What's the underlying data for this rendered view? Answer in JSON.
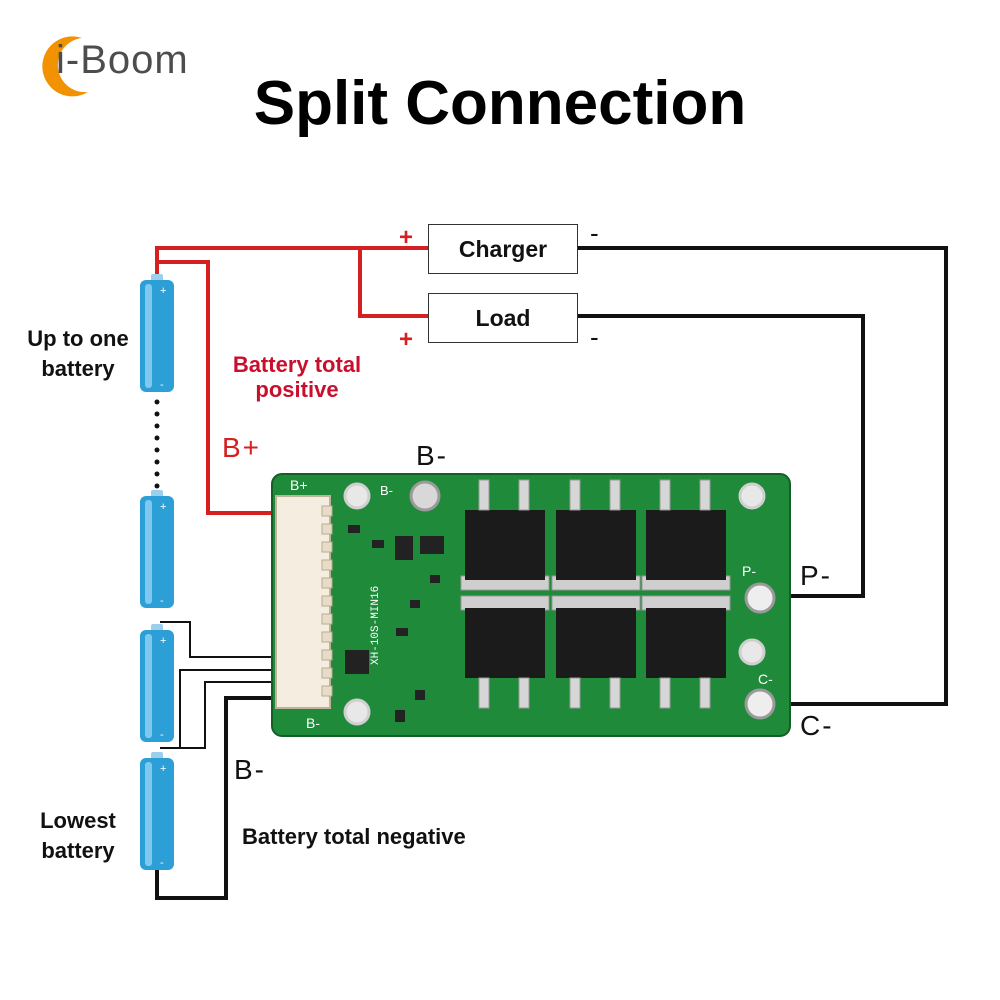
{
  "brand": {
    "logo_text": "i-Boom",
    "accent": "#f39200"
  },
  "title": "Split Connection",
  "boxes": {
    "charger": "Charger",
    "load": "Load"
  },
  "signs": {
    "plus": "+",
    "minus": "-"
  },
  "labels": {
    "up_one_a": "Up to one",
    "up_one_b": "battery",
    "lowest_a": "Lowest",
    "lowest_b": "battery",
    "bat_pos_a": "Battery total",
    "bat_pos_b": "positive",
    "bat_neg": "Battery total negative"
  },
  "terminals": {
    "b_plus": "B+",
    "b_minus_top": "B-",
    "b_minus_side": "B-",
    "p_minus": "P-",
    "c_minus": "C-"
  },
  "board_silk": {
    "b_plus": "B+",
    "b_minus_top": "B-",
    "b_minus_bottom": "B-",
    "p_minus": "P-",
    "c_minus": "C-",
    "model": "XH-10S-MIN16"
  },
  "colors": {
    "positive_wire": "#d42020",
    "negative_wire": "#111111",
    "battery": "#2c9fd6",
    "pcb": "#1f8a3a"
  }
}
